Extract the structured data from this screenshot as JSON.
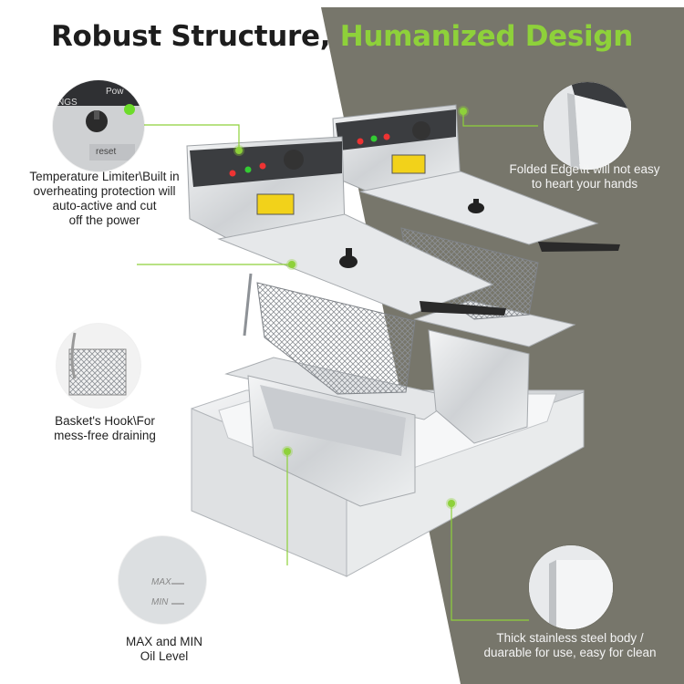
{
  "title": {
    "part1": "Robust Structure, ",
    "part2": "Humanized Design"
  },
  "colors": {
    "accent": "#8ed13a",
    "dark_panel": "#77766b",
    "steel": "#d9dbdd"
  },
  "callouts": {
    "temp_limiter": {
      "lines": [
        "Temperature Limiter\\Built in",
        "overheating protection will",
        "auto-active and cut",
        "off the power"
      ]
    },
    "folded_edge": {
      "lines": [
        "Folded Edge\\It will not easy",
        "to heart your hands"
      ]
    },
    "basket_hook": {
      "lines": [
        "Basket's Hook\\For",
        "mess-free draining"
      ]
    },
    "oil_level": {
      "lines": [
        "MAX and MIN",
        "Oil Level"
      ]
    },
    "steel_body": {
      "lines": [
        "Thick stainless steel body /",
        "duarable for use, easy for clean"
      ]
    }
  },
  "zoom_labels": {
    "knob_panel": "reset",
    "knob_top": "Pow",
    "knob_brand": "NGS",
    "oil_max": "MAX",
    "oil_min": "MIN"
  },
  "icons": [
    "knob-icon",
    "lid-handle-icon",
    "basket-handle-icon"
  ]
}
